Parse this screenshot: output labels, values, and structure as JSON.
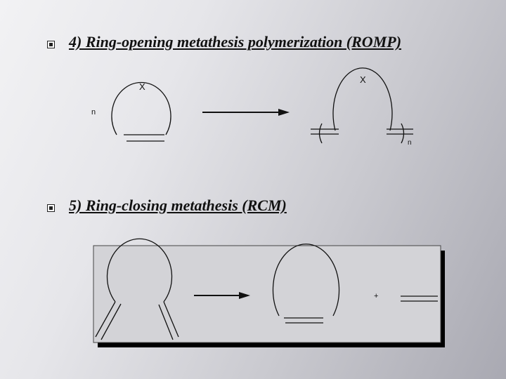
{
  "sections": [
    {
      "heading": "4) Ring-opening metathesis polymerization (ROMP)",
      "scheme": {
        "reactant": {
          "ring_atom": "X",
          "repeat_label": "n"
        },
        "product": {
          "ring_atom": "X",
          "repeat_label": "n"
        }
      }
    },
    {
      "heading": "5) Ring-closing metathesis (RCM)",
      "scheme": {
        "byproduct_separator": "+"
      }
    }
  ]
}
